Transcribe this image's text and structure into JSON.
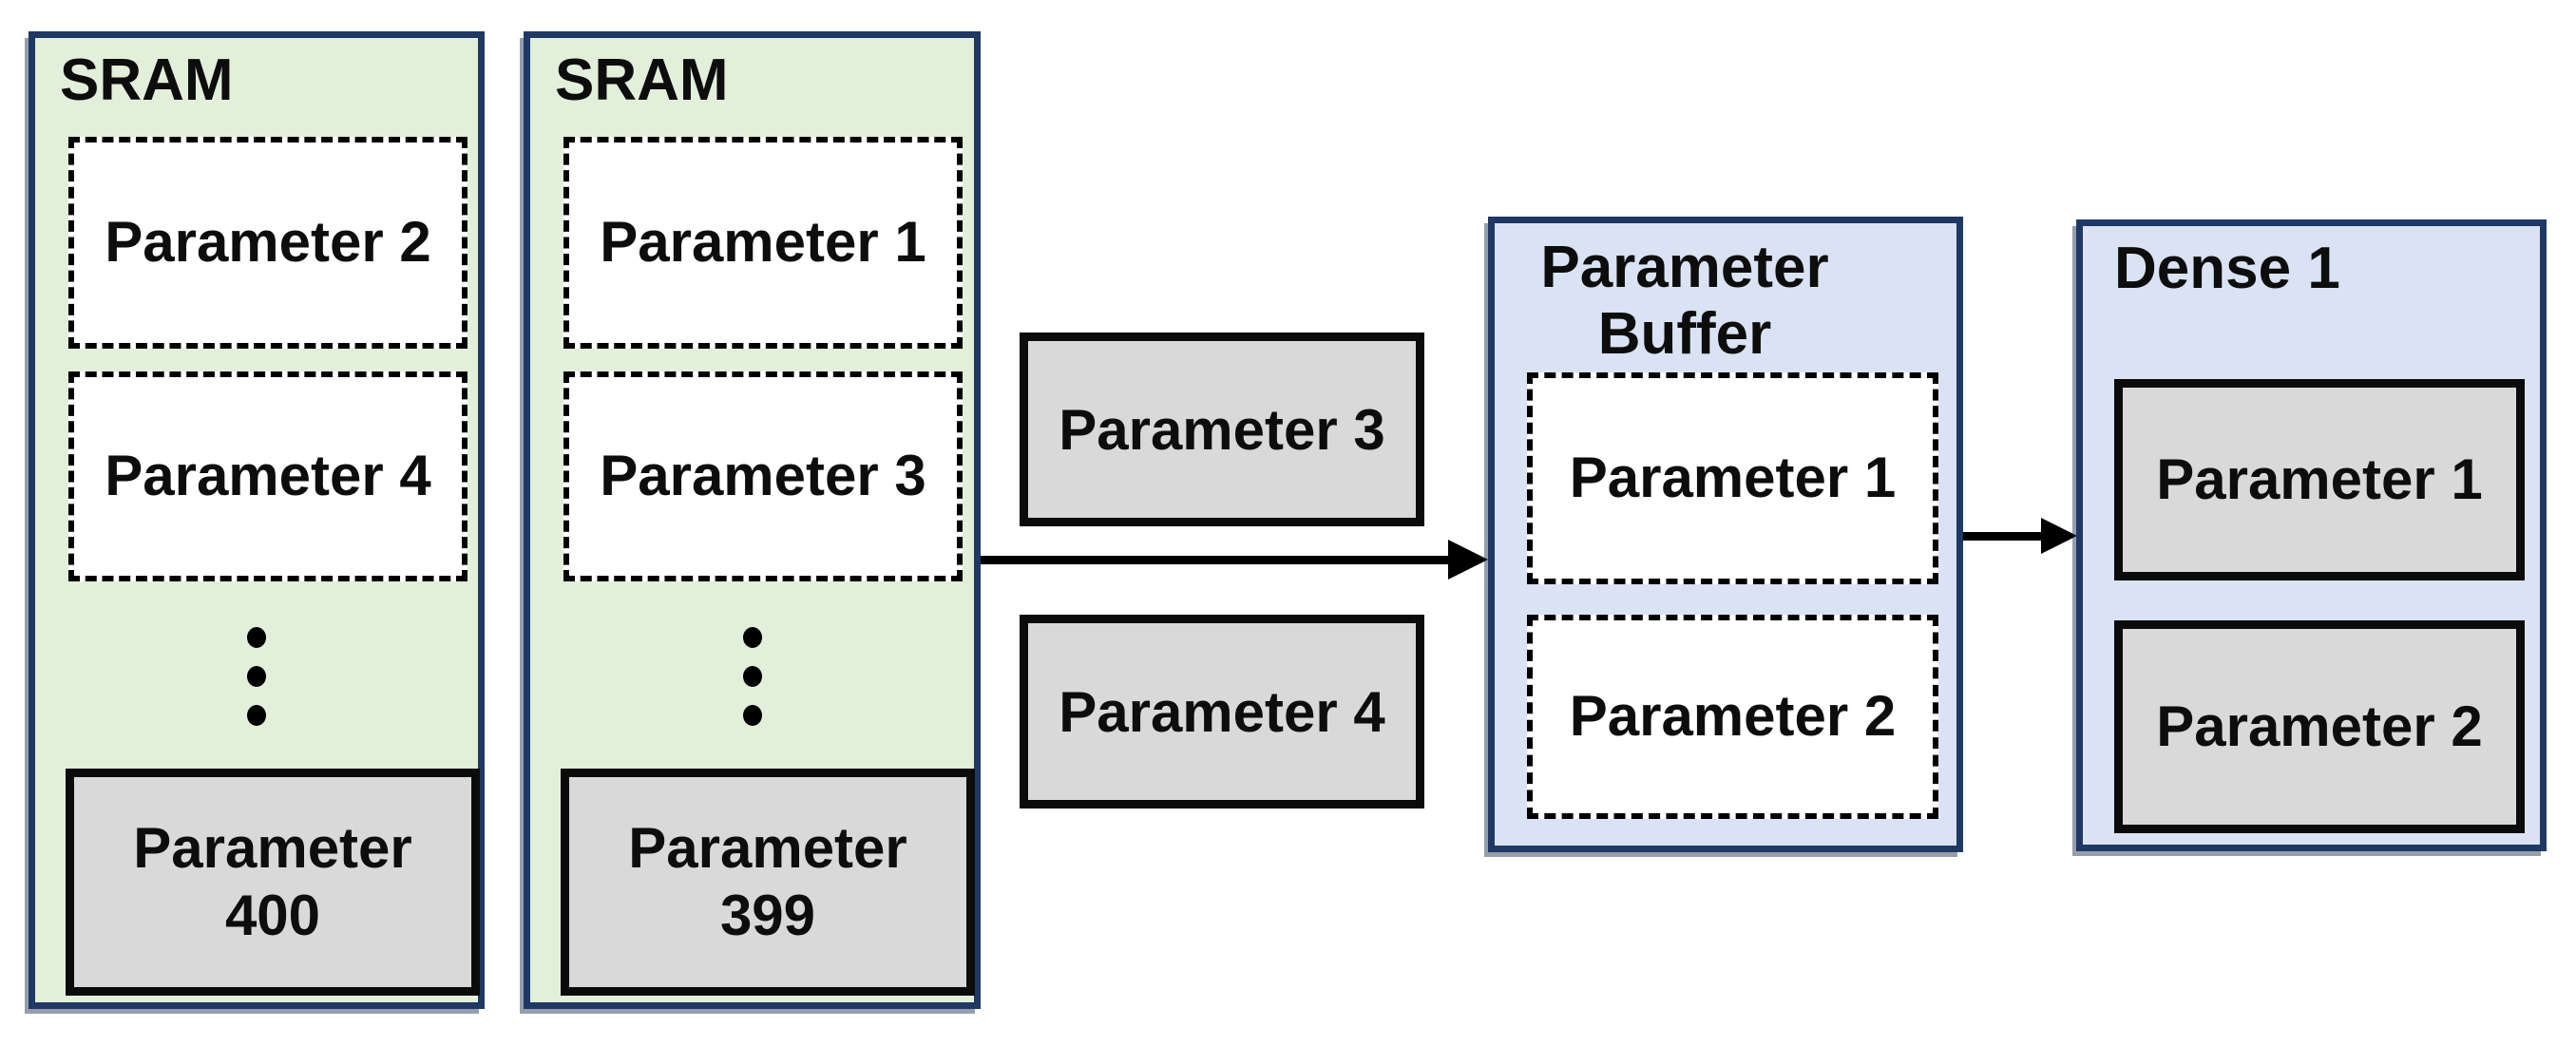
{
  "colors": {
    "green_bg": "#E2EFDA",
    "blue_bg": "#DAE3F3",
    "gray_bg": "#D9D9D9",
    "navy_border": "#1F3864",
    "text": "#0D0D0D",
    "arrow": "#000000"
  },
  "icons": {
    "sram_left_ellipsis": "vertical-ellipsis",
    "sram_right_ellipsis": "vertical-ellipsis",
    "transfer_arrow": "right-arrow",
    "load_arrow": "right-arrow"
  },
  "blocks": {
    "sram_left": {
      "title": "SRAM",
      "slot1": "Parameter 2",
      "slot2": "Parameter 4",
      "bottom_line1": "Parameter",
      "bottom_line2": "400"
    },
    "sram_right": {
      "title": "SRAM",
      "slot1": "Parameter 1",
      "slot2": "Parameter 3",
      "bottom_line1": "Parameter",
      "bottom_line2": "399"
    },
    "transfer": {
      "box1": "Parameter 3",
      "box2": "Parameter 4"
    },
    "buffer": {
      "title_line1": "Parameter",
      "title_line2": "Buffer",
      "slot1": "Parameter 1",
      "slot2": "Parameter 2"
    },
    "dense": {
      "title": "Dense 1",
      "slot1": "Parameter 1",
      "slot2": "Parameter 2"
    }
  }
}
